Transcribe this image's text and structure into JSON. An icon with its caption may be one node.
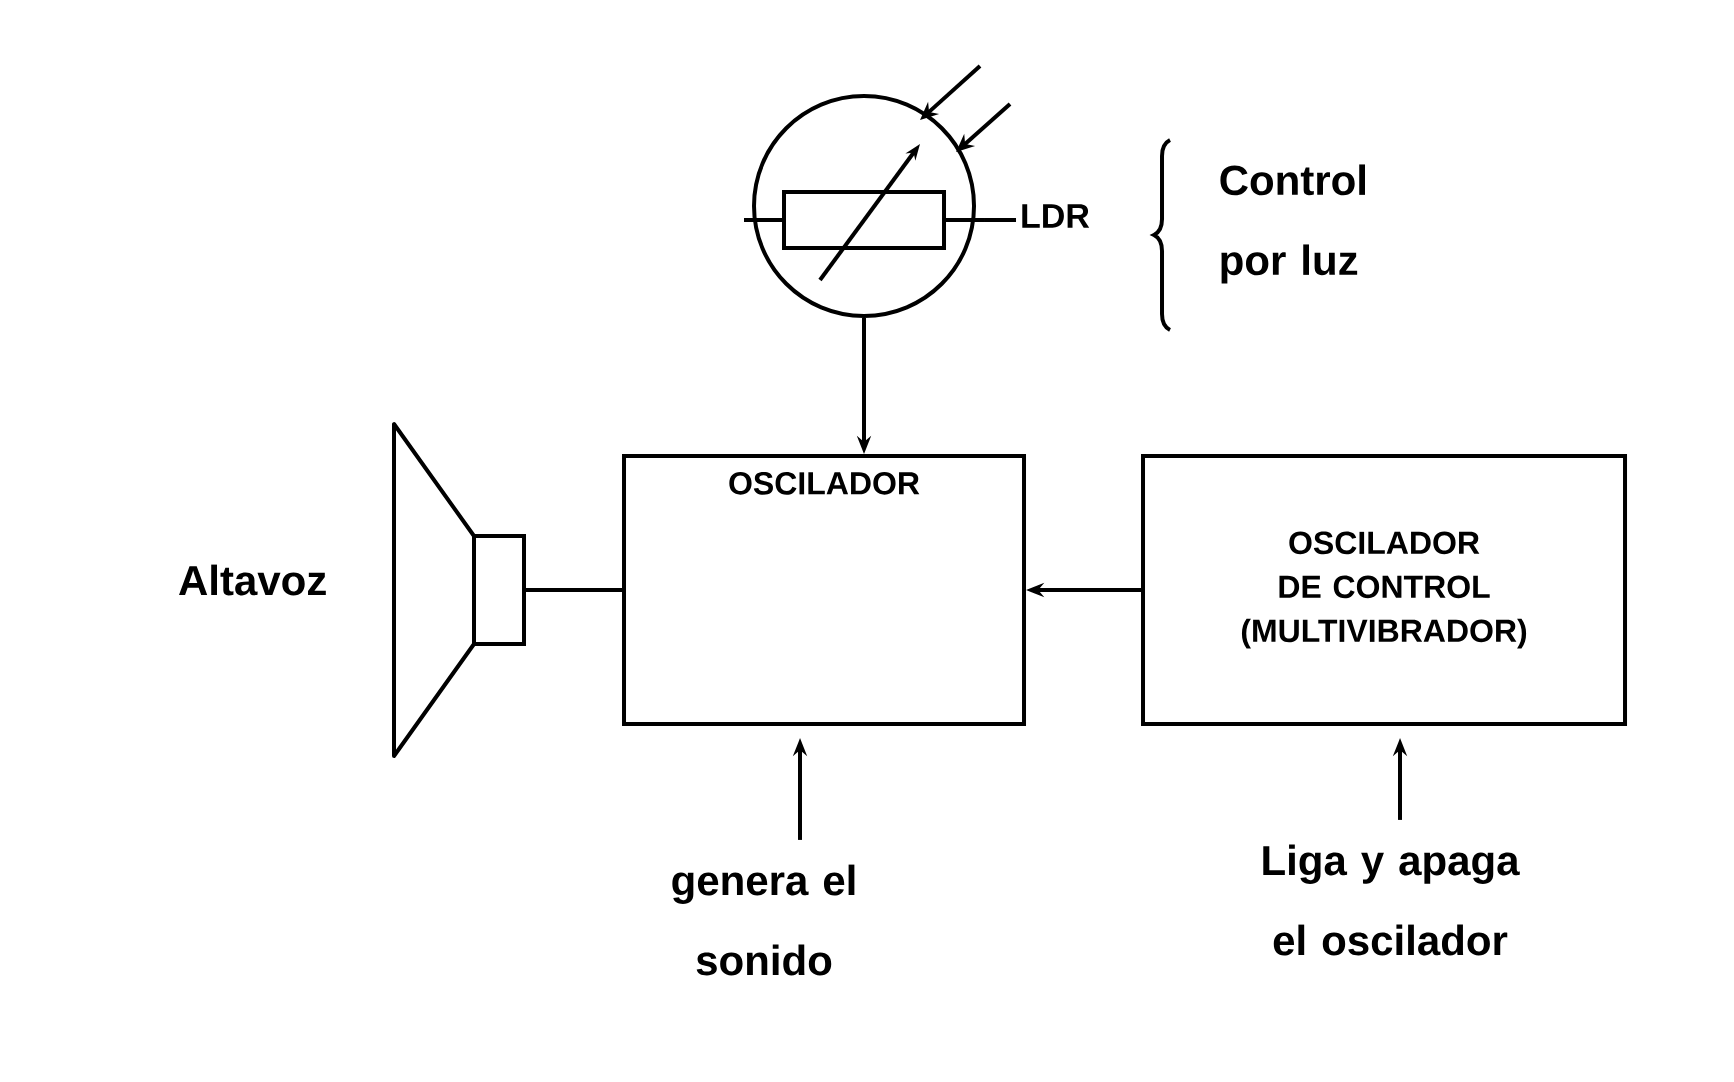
{
  "diagram": {
    "nodes": [
      {
        "text": [],
        "shape": "circle",
        "beside": [
          "LDR"
        ]
      },
      {
        "text": [
          "OSCILADOR"
        ]
      },
      {
        "text": [
          "OSCILADOR DE CONTROL (MULTIVIBRADOR)"
        ]
      },
      {
        "text": [],
        "shape": "picture",
        "beside": [
          "Altavoz"
        ]
      },
      {
        "text": [
          "genera el sonido"
        ]
      },
      {
        "text": [
          "Liga y apaga el oscilador"
        ]
      }
    ],
    "edges": [
      {
        "from": 0,
        "to": 1,
        "arrow": "to"
      },
      {
        "from": 2,
        "to": 1,
        "arrow": "to"
      },
      {
        "from": 1,
        "to": 3,
        "arrow": "none"
      },
      {
        "from": 4,
        "to": 1,
        "arrow": "to"
      },
      {
        "from": 5,
        "to": 2,
        "arrow": "to"
      }
    ],
    "labels": [
      "Control por luz"
    ]
  }
}
